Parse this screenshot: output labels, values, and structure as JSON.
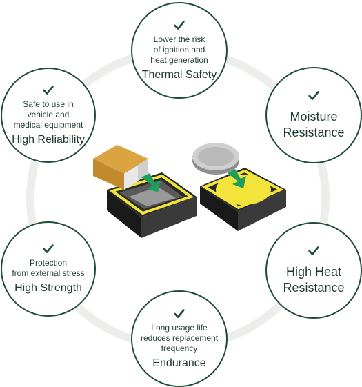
{
  "features": [
    {
      "id": "thermal",
      "desc": "Lower the risk\nof ignition and\nheat generation",
      "title": "Thermal Safety"
    },
    {
      "id": "moisture",
      "desc": "",
      "title": "Moisture\nResistance"
    },
    {
      "id": "heat",
      "desc": "",
      "title": "High Heat\nResistance"
    },
    {
      "id": "endurance",
      "desc": "Long usage life\nreduces replacement\nfrequency",
      "title": "Endurance"
    },
    {
      "id": "strength",
      "desc": "Protection\nfrom external stress",
      "title": "High Strength"
    },
    {
      "id": "reliability",
      "desc": "Safe to use in\nvehicle and\nmedical equipment",
      "title": "High Reliability"
    }
  ],
  "icons": {
    "check": "check-icon",
    "chip_battery": "chip-battery-icon",
    "coin_battery": "coin-battery-icon"
  },
  "colors": {
    "circle_border": "#1f4d35",
    "check": "#1f4d35",
    "ring": "#eceeec",
    "highlight": "#f2e43a",
    "arrow": "#1e9e5a"
  }
}
